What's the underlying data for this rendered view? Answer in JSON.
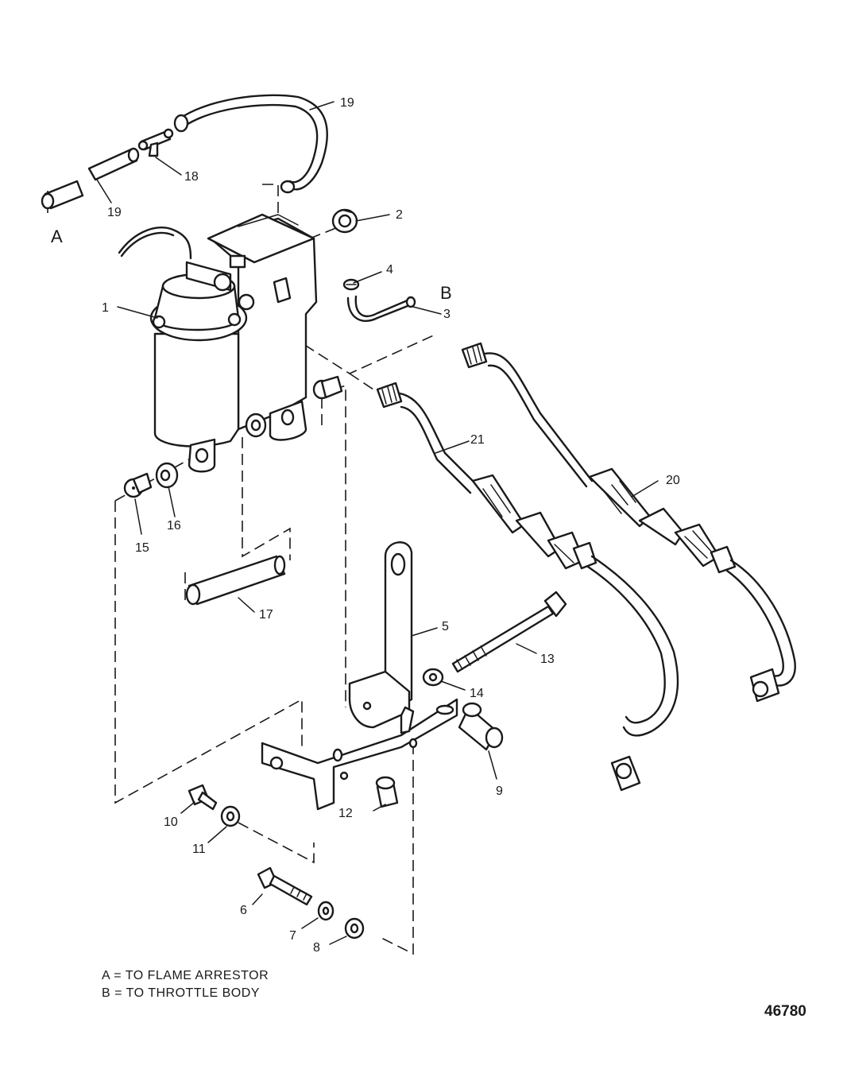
{
  "callouts": {
    "c1": "1",
    "c2": "2",
    "c3": "3",
    "c4": "4",
    "c5": "5",
    "c6": "6",
    "c7": "7",
    "c8": "8",
    "c9": "9",
    "c10": "10",
    "c11": "11",
    "c12": "12",
    "c13": "13",
    "c14": "14",
    "c15": "15",
    "c16": "16",
    "c17": "17",
    "c18": "18",
    "c19a": "19",
    "c19b": "19",
    "c20": "20",
    "c21": "21"
  },
  "markers": {
    "a": "A",
    "b": "B"
  },
  "legend": {
    "a": "A = TO FLAME ARRESTOR",
    "b": "B = TO THROTTLE BODY"
  },
  "figure_number": "46780"
}
